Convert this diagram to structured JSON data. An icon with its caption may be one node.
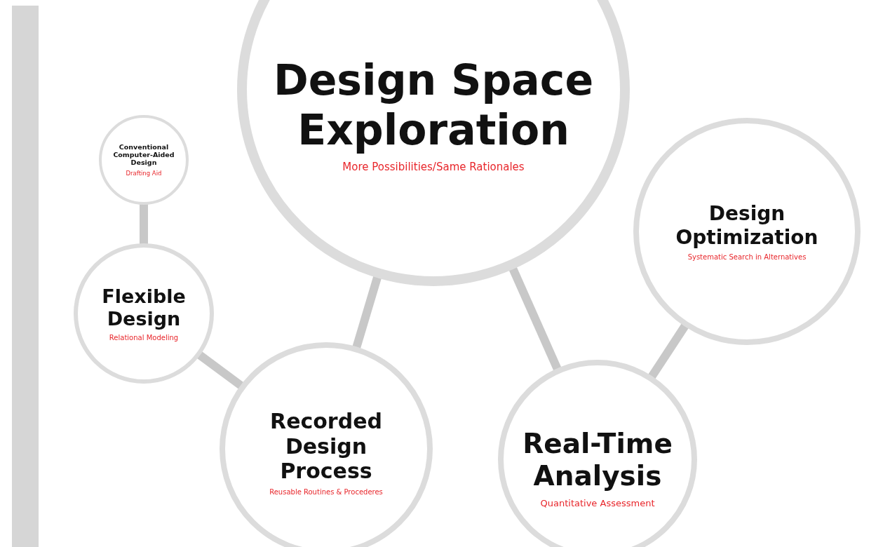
{
  "diagram": {
    "nodes": [
      {
        "text": [
          "Design Space Exploration",
          "More Possibilities/Same Rationales"
        ]
      },
      {
        "text": [
          "Conventional Computer-Aided Design",
          "Drafting Aid"
        ]
      },
      {
        "text": [
          "Flexible Design",
          "Relational Modeling"
        ]
      },
      {
        "text": [
          "Recorded Design Process",
          "Reusable Routines & Procederes"
        ]
      },
      {
        "text": [
          "Real-Time Analysis",
          "Quantitative Assessment"
        ]
      },
      {
        "text": [
          "Design Optimization",
          "Systematic Search in Alternatives"
        ]
      },
      {
        "text": [],
        "shape": "bar"
      }
    ],
    "edges": [
      {
        "from": 1,
        "to": 2,
        "arrow": "none"
      },
      {
        "from": 2,
        "to": 3,
        "arrow": "none"
      },
      {
        "from": 0,
        "to": 3,
        "arrow": "none"
      },
      {
        "from": 0,
        "to": 4,
        "arrow": "none"
      },
      {
        "from": 4,
        "to": 5,
        "arrow": "none"
      }
    ]
  }
}
